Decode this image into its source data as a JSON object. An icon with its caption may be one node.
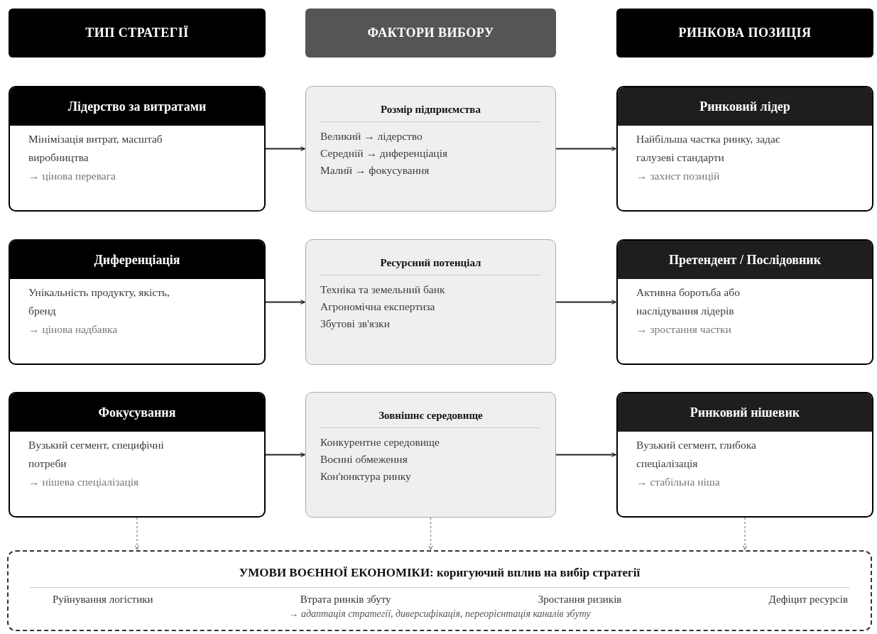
{
  "diagram": {
    "nodes": [
      {
        "text": [
          "ТИП СТРАТЕГІЇ"
        ]
      },
      {
        "text": [
          "ФАКТОРИ ВИБОРУ"
        ]
      },
      {
        "text": [
          "РИНКОВА ПОЗИЦІЯ"
        ]
      },
      {
        "text": [
          "Лідерство за витратами",
          "Мінімізація витрат, масштаб виробництва",
          "→ цінова перевага"
        ]
      },
      {
        "text": [
          "Розмір підприємства",
          "Великий → лідерство",
          "Середній → диференціація",
          "Малий → фокусування"
        ]
      },
      {
        "text": [
          "Ринковий лідер",
          "Найбільша частка ринку, задає галузеві стандарти",
          "→ захист позицій"
        ]
      },
      {
        "text": [
          "Диференціація",
          "Унікальність продукту, якість, бренд",
          "→ цінова надбавка"
        ]
      },
      {
        "text": [
          "Ресурсний потенціал",
          "Техніка та земельний банк",
          "Агрономічна експертиза",
          "Збутові зв'язки"
        ]
      },
      {
        "text": [
          "Претендент / Послідовник",
          "Активна боротьба або наслідування лідерів",
          "→ зростання частки"
        ]
      },
      {
        "text": [
          "Фокусування",
          "Вузький сегмент, специфічні потреби",
          "→ нішева спеціалізація"
        ]
      },
      {
        "text": [
          "Зовнішнє середовище",
          "Конкурентне середовище",
          "Воєнні обмеження",
          "Кон'юнктура ринку"
        ]
      },
      {
        "text": [
          "Ринковий нішевик",
          "Вузький сегмент, глибока спеціалізація",
          "→ стабільна ніша"
        ]
      },
      {
        "text": [
          "УМОВИ ВОЄННОЇ ЕКОНОМІКИ: коригуючий вплив на вибір стратегії",
          "Руйнування логістики",
          "Втрата ринків збуту",
          "Зростання ризиків",
          "Дефіцит ресурсів",
          "→ адаптація стратегії, диверсифікація, переорієнтація каналів збуту"
        ]
      }
    ],
    "edges": [
      {
        "from": 3,
        "to": 4,
        "arrow": "to"
      },
      {
        "from": 4,
        "to": 5,
        "arrow": "to"
      },
      {
        "from": 6,
        "to": 7,
        "arrow": "to"
      },
      {
        "from": 7,
        "to": 8,
        "arrow": "to"
      },
      {
        "from": 9,
        "to": 10,
        "arrow": "to"
      },
      {
        "from": 10,
        "to": 11,
        "arrow": "to"
      },
      {
        "from": 9,
        "to": 12,
        "arrow": "to",
        "style": "dashed",
        "color": "#888888"
      },
      {
        "from": 10,
        "to": 12,
        "arrow": "to",
        "style": "dashed",
        "color": "#888888"
      },
      {
        "from": 11,
        "to": 12,
        "arrow": "to",
        "style": "dashed",
        "color": "#888888"
      }
    ]
  }
}
